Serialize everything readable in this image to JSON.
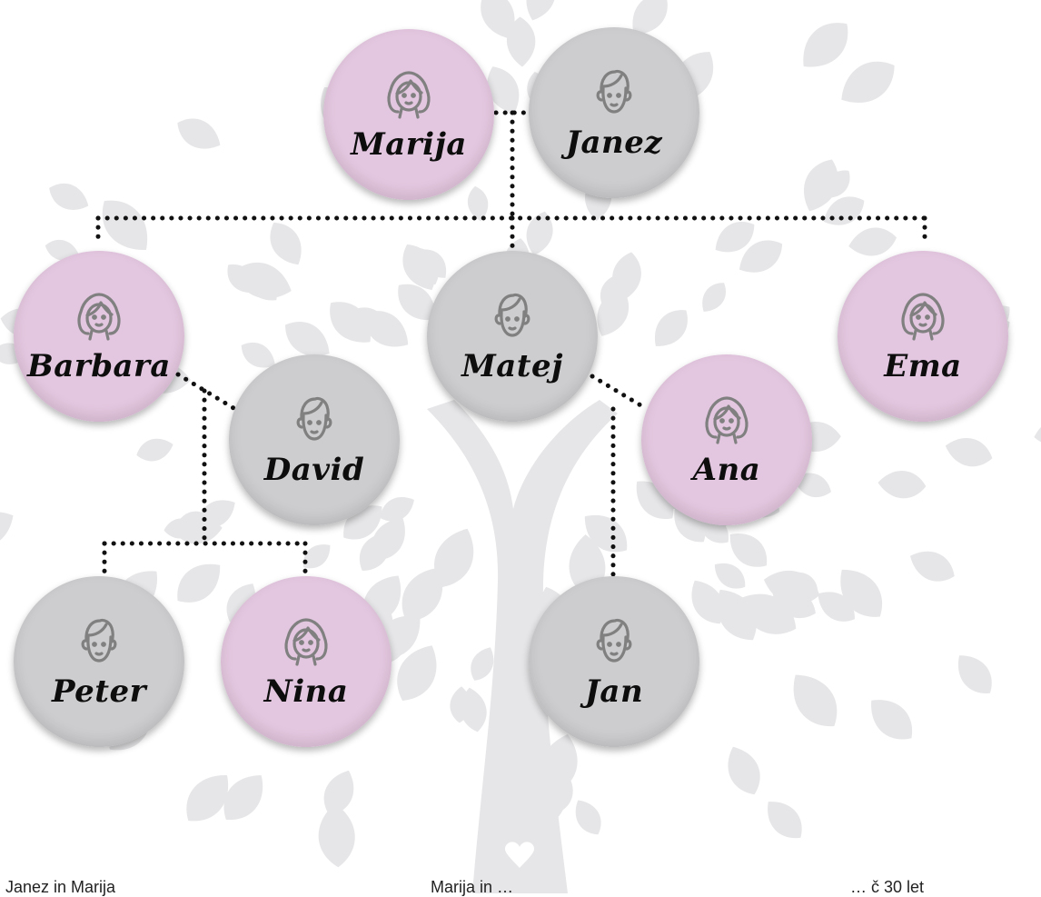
{
  "colors": {
    "female": "#e3c6df",
    "male": "#cdcdcf",
    "icon": "#808080",
    "line": "#111111",
    "tree": "#e6e6e8"
  },
  "people": [
    {
      "id": "marija",
      "name": "Marija",
      "gender": "female"
    },
    {
      "id": "janez",
      "name": "Janez",
      "gender": "male"
    },
    {
      "id": "barbara",
      "name": "Barbara",
      "gender": "female"
    },
    {
      "id": "matej",
      "name": "Matej",
      "gender": "male"
    },
    {
      "id": "ema",
      "name": "Ema",
      "gender": "female"
    },
    {
      "id": "david",
      "name": "David",
      "gender": "male"
    },
    {
      "id": "ana",
      "name": "Ana",
      "gender": "female"
    },
    {
      "id": "peter",
      "name": "Peter",
      "gender": "male"
    },
    {
      "id": "nina",
      "name": "Nina",
      "gender": "female"
    },
    {
      "id": "jan",
      "name": "Jan",
      "gender": "male"
    }
  ],
  "caption": {
    "left": "Janez in Marija",
    "middle": "Marija in …",
    "right": "… č 30 let"
  }
}
